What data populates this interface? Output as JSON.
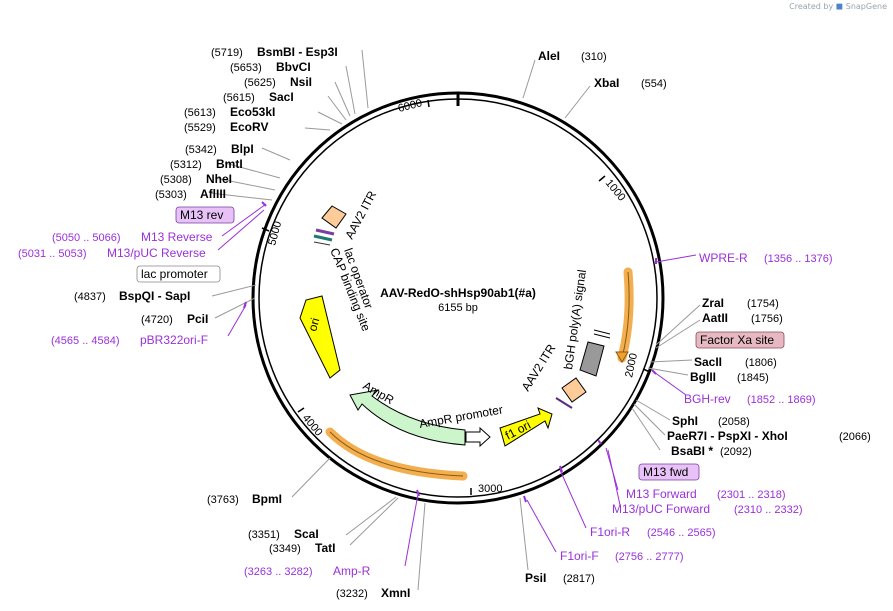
{
  "credit": {
    "text": "Created by",
    "brand": "SnapGene"
  },
  "plasmid": {
    "name": "AAV-RedO-shHsp90ab1(#a)",
    "length_label": "6155 bp"
  },
  "ruler": [
    "1000",
    "2000",
    "3000",
    "4000",
    "5000",
    "6000"
  ],
  "sites": [
    {
      "name": "AleI",
      "pos": "(310)"
    },
    {
      "name": "XbaI",
      "pos": "(554)"
    },
    {
      "name": "ZraI",
      "pos": "(1754)"
    },
    {
      "name": "AatII",
      "pos": "(1756)"
    },
    {
      "name": "SacII",
      "pos": "(1806)"
    },
    {
      "name": "BglII",
      "pos": "(1845)"
    },
    {
      "name": "SphI",
      "pos": "(2058)"
    },
    {
      "name": "PaeR7I - PspXI - XhoI",
      "pos": "(2066)"
    },
    {
      "name": "BsaBI *",
      "pos": "(2092)"
    },
    {
      "name": "PsiI",
      "pos": "(2817)"
    },
    {
      "name": "XmnI",
      "pos": "(3232)"
    },
    {
      "name": "TatI",
      "pos": "(3349)"
    },
    {
      "name": "ScaI",
      "pos": "(3351)"
    },
    {
      "name": "BpmI",
      "pos": "(3763)"
    },
    {
      "name": "PciI",
      "pos": "(4720)"
    },
    {
      "name": "BspQI - SapI",
      "pos": "(4837)"
    },
    {
      "name": "AflIII",
      "pos": "(5303)"
    },
    {
      "name": "NheI",
      "pos": "(5308)"
    },
    {
      "name": "BmtI",
      "pos": "(5312)"
    },
    {
      "name": "BlpI",
      "pos": "(5342)"
    },
    {
      "name": "EcoRV",
      "pos": "(5529)"
    },
    {
      "name": "Eco53kI",
      "pos": "(5613)"
    },
    {
      "name": "SacI",
      "pos": "(5615)"
    },
    {
      "name": "NsiI",
      "pos": "(5625)"
    },
    {
      "name": "BbvCI",
      "pos": "(5653)"
    },
    {
      "name": "BsmBI - Esp3I",
      "pos": "(5719)"
    }
  ],
  "primers": [
    {
      "name": "WPRE-R",
      "range": "(1356 .. 1376)"
    },
    {
      "name": "BGH-rev",
      "range": "(1852 .. 1869)"
    },
    {
      "name": "M13 Forward",
      "range": "(2301 .. 2318)"
    },
    {
      "name": "M13/pUC Forward",
      "range": "(2310 .. 2332)"
    },
    {
      "name": "F1ori-R",
      "range": "(2546 .. 2565)"
    },
    {
      "name": "F1ori-F",
      "range": "(2756 .. 2777)"
    },
    {
      "name": "Amp-R",
      "range": "(3263 .. 3282)"
    },
    {
      "name": "pBR322ori-F",
      "range": "(4565 .. 4584)"
    },
    {
      "name": "M13 Reverse",
      "range": "(5050 .. 5066)"
    },
    {
      "name": "M13/pUC Reverse",
      "range": "(5031 .. 5053)"
    }
  ],
  "boxed_labels": [
    "Factor Xa site",
    "M13 fwd",
    "M13 rev",
    "lac promoter"
  ],
  "features": [
    "AAV2 ITR",
    "lac operator",
    "CAP binding site",
    "ori",
    "AmpR",
    "AmpR promoter",
    "f1 ori",
    "AAV2 ITR",
    "bGH poly(A) signal"
  ],
  "colors": {
    "backbone": "#000000",
    "primer": "#9b30d9",
    "ori": "#ffff00",
    "ampr": "#ccf5cc",
    "itr": "#ffcc99",
    "polya": "#999999",
    "orange_arc": "#f0a030",
    "factor_xa_box": "#e6b8c2",
    "m13_box": "#e8c2f7"
  }
}
